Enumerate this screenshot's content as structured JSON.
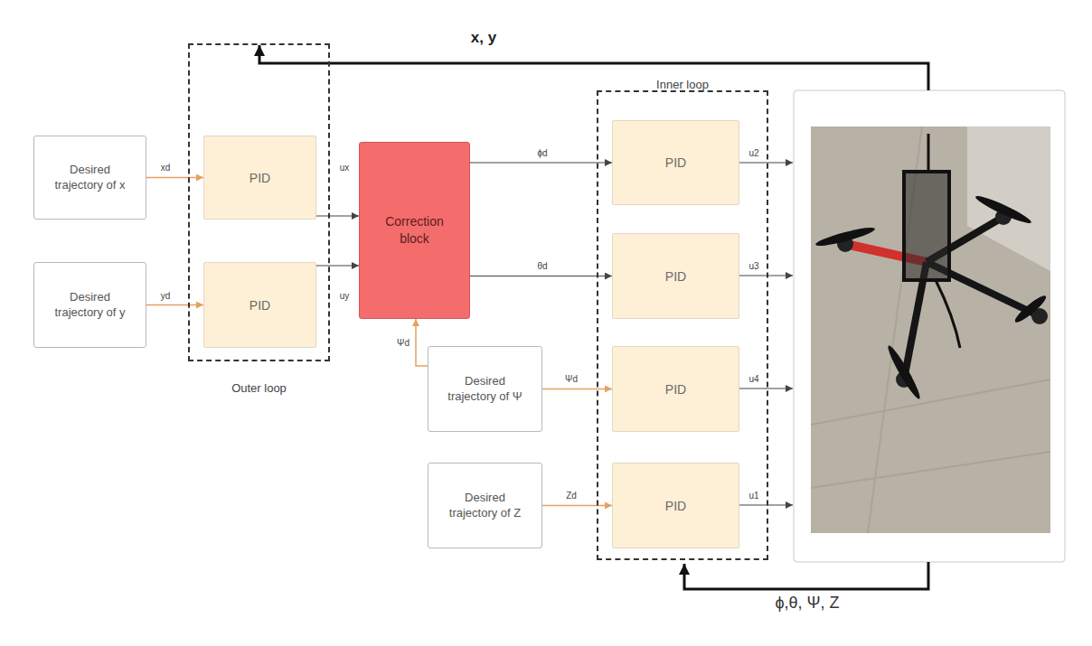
{
  "diagram": {
    "nodes": [
      {
        "text": [
          "Desired trajectory of x"
        ]
      },
      {
        "text": [
          "Desired trajectory of y"
        ]
      },
      {
        "text": [
          "Outer loop"
        ]
      },
      {
        "text": [
          "PID"
        ],
        "in": 2
      },
      {
        "text": [
          "PID"
        ],
        "in": 2
      },
      {
        "text": [
          "Correction block"
        ]
      },
      {
        "text": [
          "Inner loop"
        ]
      },
      {
        "text": [
          "PID"
        ],
        "in": 6
      },
      {
        "text": [
          "PID"
        ],
        "in": 6
      },
      {
        "text": [
          "PID"
        ],
        "in": 6
      },
      {
        "text": [
          "PID"
        ],
        "in": 6
      },
      {
        "text": [
          "Desired trajectory of Ψ"
        ]
      },
      {
        "text": [
          "Desired trajectory of Z"
        ]
      }
    ],
    "edges": [
      {
        "from": 0,
        "to": 3,
        "arrow": "to",
        "label": "xd"
      },
      {
        "from": 1,
        "to": 4,
        "arrow": "to",
        "label": "yd"
      },
      {
        "from": 3,
        "to": 5,
        "arrow": "to",
        "label": "ux"
      },
      {
        "from": 4,
        "to": 5,
        "arrow": "to",
        "label": "uy"
      },
      {
        "from": 5,
        "to": 7,
        "arrow": "to",
        "label": "ϕd"
      },
      {
        "from": 5,
        "to": 8,
        "arrow": "to",
        "label": "θd"
      },
      {
        "from": 11,
        "to": 5,
        "arrow": "to",
        "label": "Ψd"
      },
      {
        "from": 11,
        "to": 9,
        "arrow": "to",
        "label": "Ψd"
      },
      {
        "from": 12,
        "to": 10,
        "arrow": "to",
        "label": "Zd"
      }
    ],
    "labels": [
      "x, y",
      "ϕ,θ, Ψ, Z",
      "u2",
      "u3",
      "u4",
      "u1"
    ]
  }
}
